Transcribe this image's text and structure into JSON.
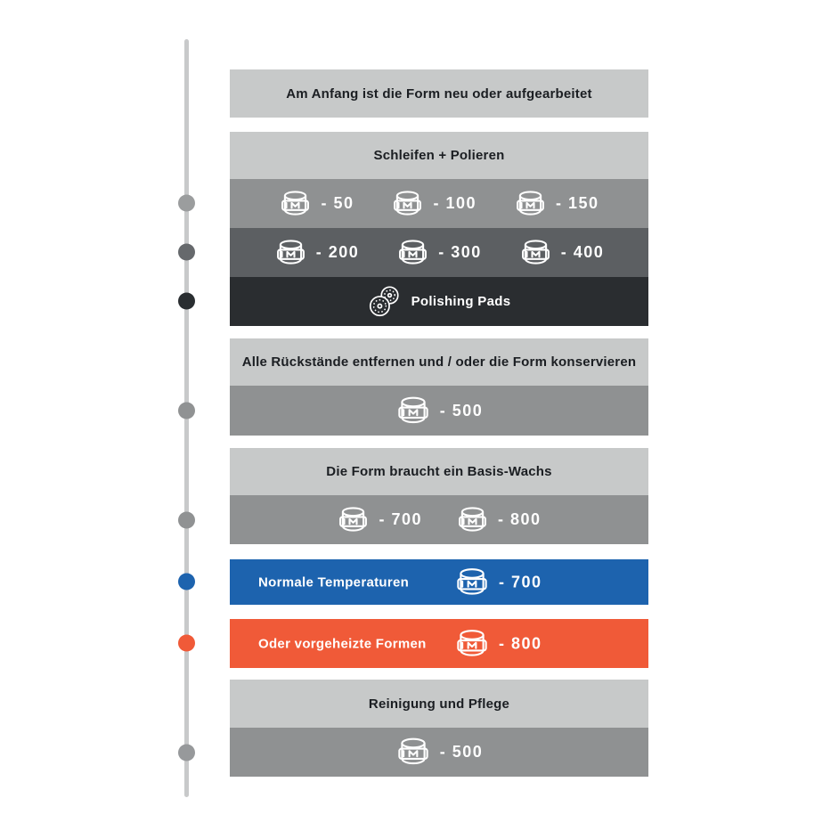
{
  "palette": {
    "light_band": "#c7c9c9",
    "mid_band": "#8f9192",
    "dark_band": "#5c5f62",
    "darkest_band": "#2a2d30",
    "blue_band": "#1d63ae",
    "orange_band": "#f05a38",
    "timeline_line": "#c8c9ca",
    "heading_text": "#1b1e22",
    "light_text": "#ffffff"
  },
  "timeline": {
    "dots": [
      {
        "color": "#9b9d9e"
      },
      {
        "color": "#66696c"
      },
      {
        "color": "#2a2e31"
      },
      {
        "color": "#909293"
      },
      {
        "color": "#909293"
      },
      {
        "color": "#1d63ae"
      },
      {
        "color": "#f05a38"
      },
      {
        "color": "#97999b"
      }
    ]
  },
  "steps": {
    "start": {
      "title": "Am Anfang ist die Form neu oder aufgearbeitet"
    },
    "sanding": {
      "title": "Schleifen + Polieren",
      "rows": [
        {
          "items": [
            {
              "icon": "wax-can",
              "label": "- 50"
            },
            {
              "icon": "wax-can",
              "label": "- 100"
            },
            {
              "icon": "wax-can",
              "label": "- 150"
            }
          ]
        },
        {
          "items": [
            {
              "icon": "wax-can",
              "label": "- 200"
            },
            {
              "icon": "wax-can",
              "label": "- 300"
            },
            {
              "icon": "wax-can",
              "label": "- 400"
            }
          ]
        },
        {
          "icon": "polishing-pads",
          "label": "Polishing Pads"
        }
      ]
    },
    "cleanup": {
      "title": "Alle Rückstände entfernen und / oder die Form konservieren",
      "items": [
        {
          "icon": "wax-can",
          "label": "- 500"
        }
      ]
    },
    "base_wax": {
      "title": "Die Form braucht ein Basis-Wachs",
      "items": [
        {
          "icon": "wax-can",
          "label": "- 700"
        },
        {
          "icon": "wax-can",
          "label": "- 800"
        }
      ]
    },
    "normal_temp": {
      "label": "Normale Temperaturen",
      "item": {
        "icon": "wax-can",
        "label": "- 700"
      }
    },
    "preheated": {
      "label": "Oder vorgeheizte Formen",
      "item": {
        "icon": "wax-can",
        "label": "- 800"
      }
    },
    "care": {
      "title": "Reinigung und Pflege",
      "items": [
        {
          "icon": "wax-can",
          "label": "- 500"
        }
      ]
    }
  }
}
